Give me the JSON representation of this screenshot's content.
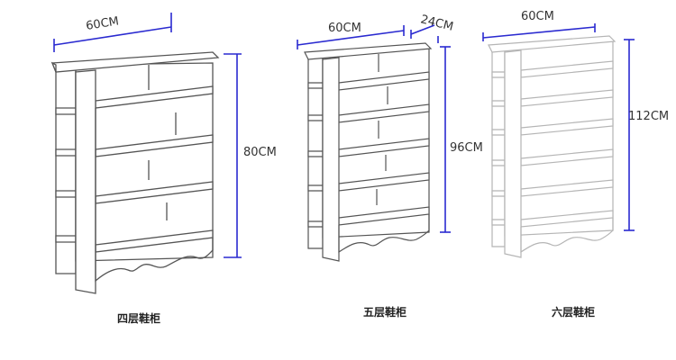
{
  "colors": {
    "blue": "#2a2ad0",
    "outline": "#555555",
    "outline_light": "#b5b5b5",
    "fill": "#ffffff"
  },
  "shelves": [
    {
      "name": "四层鞋柜",
      "layers": 4,
      "width_label": "60CM",
      "height_label": "80CM",
      "depth_label": ""
    },
    {
      "name": "五层鞋柜",
      "layers": 5,
      "width_label": "60CM",
      "height_label": "96CM",
      "depth_label": "24CM"
    },
    {
      "name": "六层鞋柜",
      "layers": 6,
      "width_label": "60CM",
      "height_label": "112CM",
      "depth_label": ""
    }
  ]
}
